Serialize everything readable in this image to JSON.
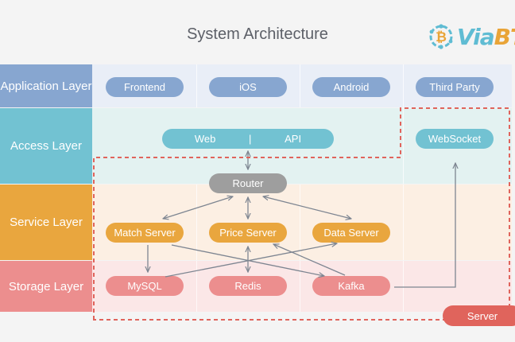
{
  "title": "System Architecture",
  "logo": {
    "icon": "bitcoin-icon",
    "text_a": "Via",
    "text_b": "BT"
  },
  "colors": {
    "application": "#87a6d0",
    "access": "#72c2d2",
    "service": "#e9a63e",
    "storage": "#ec8e8e",
    "router": "#9e9e9e",
    "server_boundary": "#e0645c",
    "arrow": "#7d8591"
  },
  "layers": {
    "application": {
      "label": "Application Layer",
      "nodes": [
        "Frontend",
        "iOS",
        "Android",
        "Third Party"
      ]
    },
    "access": {
      "label": "Access Layer",
      "web": "Web",
      "separator": "|",
      "api": "API",
      "websocket": "WebSocket"
    },
    "service": {
      "label": "Service Layer",
      "router": "Router",
      "nodes": [
        "Match Server",
        "Price Server",
        "Data Server"
      ]
    },
    "storage": {
      "label": "Storage Layer",
      "nodes": [
        "MySQL",
        "Redis",
        "Kafka"
      ]
    }
  },
  "server_badge": "Server",
  "edges": [
    {
      "from": "Web | API",
      "to": "Router",
      "type": "bidirectional"
    },
    {
      "from": "Router",
      "to": "Match Server",
      "type": "bidirectional"
    },
    {
      "from": "Router",
      "to": "Price Server",
      "type": "bidirectional"
    },
    {
      "from": "Router",
      "to": "Data Server",
      "type": "bidirectional"
    },
    {
      "from": "Match Server",
      "to": "MySQL",
      "type": "directed"
    },
    {
      "from": "Match Server",
      "to": "Kafka",
      "type": "directed"
    },
    {
      "from": "MySQL",
      "to": "Data Server",
      "type": "directed"
    },
    {
      "from": "Redis",
      "to": "Price Server",
      "type": "bidirectional"
    },
    {
      "from": "Kafka",
      "to": "Price Server",
      "type": "directed"
    },
    {
      "from": "Kafka",
      "to": "WebSocket",
      "type": "directed"
    }
  ]
}
